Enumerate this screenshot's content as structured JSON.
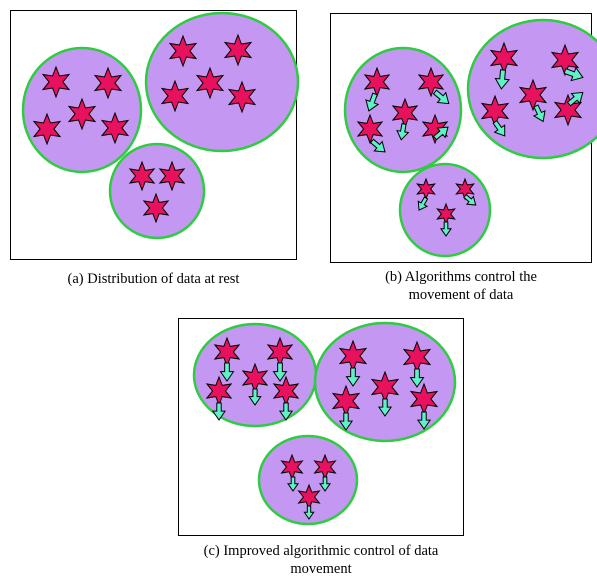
{
  "colors": {
    "cluster_fill": "#c497f2",
    "cluster_stroke": "#2ecc40",
    "star_fill": "#e8115e",
    "arrow_fill": "#5ff2c8",
    "outline": "#000000",
    "frame": "#000000",
    "background": "#ffffff"
  },
  "panels": [
    {
      "id": "a",
      "caption": "(a) Distribution of data at rest",
      "clusters": [
        {
          "stars": 5,
          "arrows": "none"
        },
        {
          "stars": 5,
          "arrows": "none"
        },
        {
          "stars": 3,
          "arrows": "none"
        }
      ]
    },
    {
      "id": "b",
      "caption": "(b) Algorithms control the movement of data",
      "clusters": [
        {
          "stars": 5,
          "arrows": "scattered"
        },
        {
          "stars": 5,
          "arrows": "scattered"
        },
        {
          "stars": 3,
          "arrows": "scattered"
        }
      ]
    },
    {
      "id": "c",
      "caption": "(c) Improved algorithmic control of data movement",
      "clusters": [
        {
          "stars": 5,
          "arrows": "aligned"
        },
        {
          "stars": 5,
          "arrows": "aligned"
        },
        {
          "stars": 3,
          "arrows": "aligned"
        }
      ]
    }
  ]
}
